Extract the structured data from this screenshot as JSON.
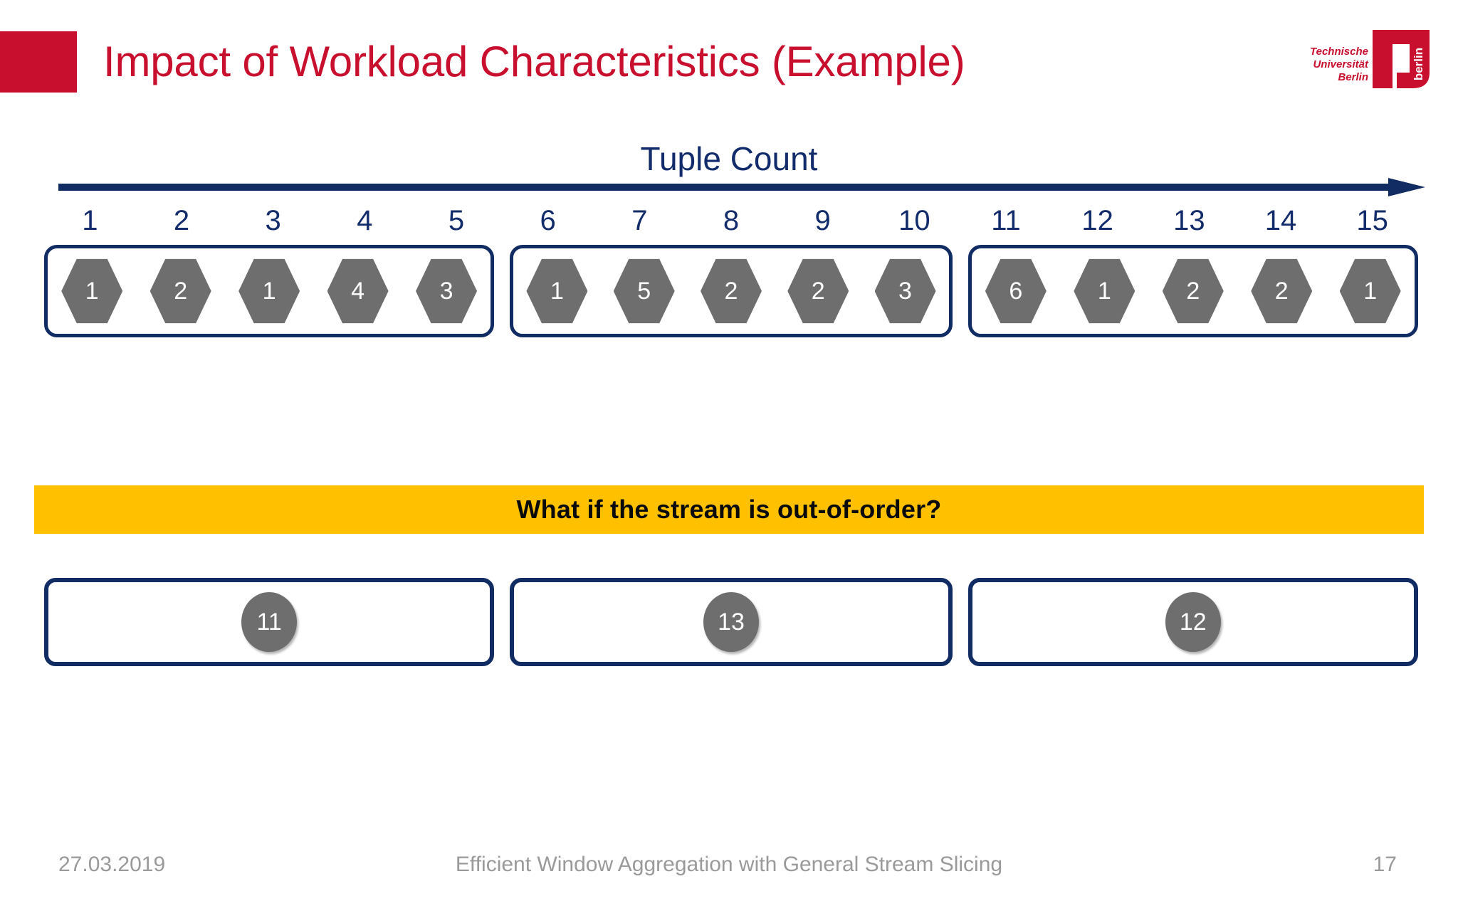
{
  "slide": {
    "title": "Impact of Workload Characteristics (Example)",
    "accent_red": "#C8102E",
    "accent_navy": "#112B63",
    "accent_amber": "#FFC000",
    "shape_gray": "#6E6E6E"
  },
  "logo": {
    "line1": "Technische",
    "line2": "Universität",
    "line3": "Berlin",
    "mark_text": "berlin"
  },
  "axis": {
    "label": "Tuple Count",
    "ticks": [
      "1",
      "2",
      "3",
      "4",
      "5",
      "6",
      "7",
      "8",
      "9",
      "10",
      "11",
      "12",
      "13",
      "14",
      "15"
    ]
  },
  "slices": [
    {
      "name": "slice-1",
      "values": [
        "1",
        "2",
        "1",
        "4",
        "3"
      ]
    },
    {
      "name": "slice-2",
      "values": [
        "1",
        "5",
        "2",
        "2",
        "3"
      ]
    },
    {
      "name": "slice-3",
      "values": [
        "6",
        "1",
        "2",
        "2",
        "1"
      ]
    }
  ],
  "callout": {
    "text": "What if the stream is out-of-order?"
  },
  "out_of_order": [
    {
      "name": "ooo-slice-1",
      "value": "11"
    },
    {
      "name": "ooo-slice-2",
      "value": "13"
    },
    {
      "name": "ooo-slice-3",
      "value": "12"
    }
  ],
  "footer": {
    "date": "27.03.2019",
    "center": "Efficient Window Aggregation with General Stream Slicing",
    "page": "17"
  }
}
